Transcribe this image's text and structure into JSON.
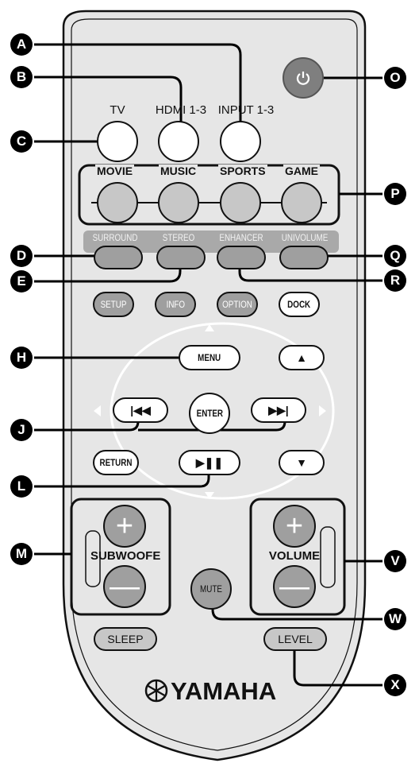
{
  "labels": {
    "tv": "TV",
    "hdmi": "HDMI 1-3",
    "input": "INPUT 1-3",
    "movie": "MOVIE",
    "music": "MUSIC",
    "sports": "SPORTS",
    "game": "GAME",
    "surround": "SURROUND",
    "stereo": "STEREO",
    "enhancer": "ENHANCER",
    "univolume": "UNIVOLUME",
    "setup": "SETUP",
    "info": "INFO",
    "option": "OPTION",
    "dock": "DOCK",
    "menu": "MENU",
    "enter": "ENTER",
    "return": "RETURN",
    "subwoofer": "SUBWOOFER",
    "volume": "VOLUME",
    "mute": "MUTE",
    "sleep": "SLEEP",
    "level": "LEVEL",
    "brand": "YAMAHA"
  },
  "callouts": {
    "a": "A",
    "b": "B",
    "c": "C",
    "d": "D",
    "e": "E",
    "h": "H",
    "j": "J",
    "l": "L",
    "m": "M",
    "o": "O",
    "p": "P",
    "q": "Q",
    "r": "R",
    "v": "V",
    "w": "W",
    "x": "X"
  },
  "colors": {
    "body": "#e6e6e6",
    "light_button": "#c7c7c7",
    "dark_button": "#9f9f9f",
    "power_button": "#7f7f7f",
    "callout": "#000000"
  }
}
